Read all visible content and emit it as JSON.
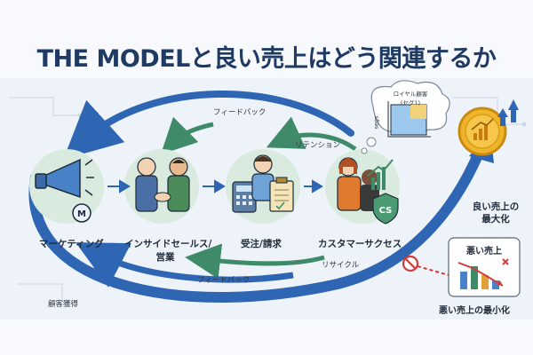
{
  "title": "THE MODELと良い売上はどう関連するか",
  "stages": {
    "marketing": "マーケティング",
    "inside_sales_line1": "インサイドセールス/",
    "inside_sales_line2": "営業",
    "order_billing": "受注/請求",
    "customer_success": "カスタマーサクセス"
  },
  "badges": {
    "marketing": "M",
    "customer_success": "CS"
  },
  "arrows": {
    "feedback_top": "フィードバック",
    "retention": "リテンション",
    "recycle": "リサイクル",
    "feedback_bottom": "フィードバック",
    "customer_acquisition": "顧客獲得"
  },
  "thought_bubble": {
    "title_line1": "ロイヤル顧客",
    "title_line2": "(セグ1)",
    "axis_label": "segs"
  },
  "outcomes": {
    "good_line1": "良い売上の",
    "good_line2": "最大化",
    "bad_card_title": "悪い売上",
    "bad_caption": "悪い売上の最小化"
  },
  "colors": {
    "title": "#1f3b63",
    "arrow_blue": "#2f66b3",
    "arrow_green": "#3f8a68",
    "stage_circle": "#d9ebdf",
    "coin_gold": "#f1b52b"
  }
}
